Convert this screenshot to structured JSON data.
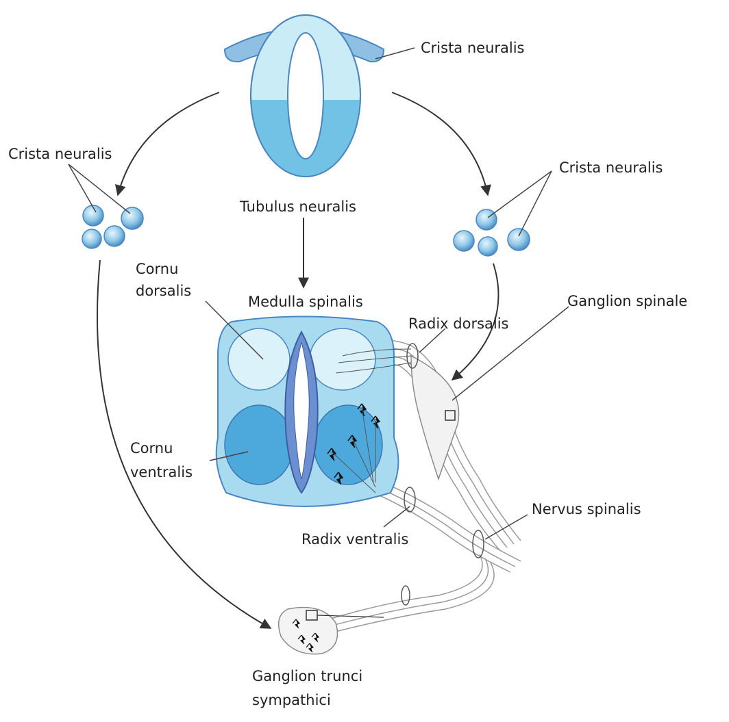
{
  "labels": {
    "crista_top": "Crista neuralis",
    "crista_left": "Crista neuralis",
    "crista_right": "Crista neuralis",
    "tubulus": "Tubulus neuralis",
    "medulla": "Medulla spinalis",
    "cornu_dorsalis_1": "Cornu",
    "cornu_dorsalis_2": "dorsalis",
    "cornu_ventralis_1": "Cornu",
    "cornu_ventralis_2": "ventralis",
    "radix_dorsalis": "Radix dorsalis",
    "ganglion_spinale": "Ganglion spinale",
    "nervus_spinalis": "Nervus spinalis",
    "radix_ventralis": "Radix ventralis",
    "ganglion_trunci_1": "Ganglion trunci",
    "ganglion_trunci_2": "sympathici"
  },
  "colors": {
    "tube_light": "#bfe6f2",
    "tube_mid": "#6fc0e2",
    "tube_outline": "#4a86c0",
    "crest": "#7fb4dc",
    "cord_outer": "#a9dbf0",
    "horn_dorsal": "#d8f0f8",
    "horn_ventral": "#4da8dc",
    "canal": "#6b8fd0",
    "nerve": "#c8c8c8",
    "arrow": "#333333"
  }
}
